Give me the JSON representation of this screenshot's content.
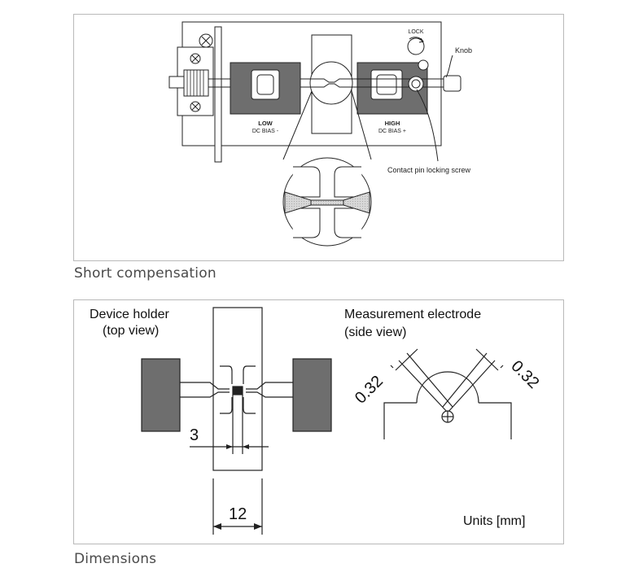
{
  "top_diagram": {
    "caption": "Short compensation",
    "labels": {
      "lock": "LOCK",
      "knob": "Knob",
      "low": "LOW",
      "low_sub": "DC BIAS -",
      "high": "HIGH",
      "high_sub": "DC BIAS +",
      "contact_pin": "Contact pin locking screw"
    }
  },
  "bottom_diagram": {
    "caption": "Dimensions",
    "labels": {
      "device_holder_line1": "Device holder",
      "device_holder_line2": "(top view)",
      "electrode_line1": "Measurement electrode",
      "electrode_line2": "(side view)",
      "dim_left_angle": "0.32",
      "dim_right_angle": "0.32",
      "dim_gap": "3",
      "dim_width": "12",
      "units": "Units [mm]"
    }
  },
  "colors": {
    "block_fill": "#6e6e6e",
    "line": "#222222",
    "frame": "#b9b9b9"
  }
}
